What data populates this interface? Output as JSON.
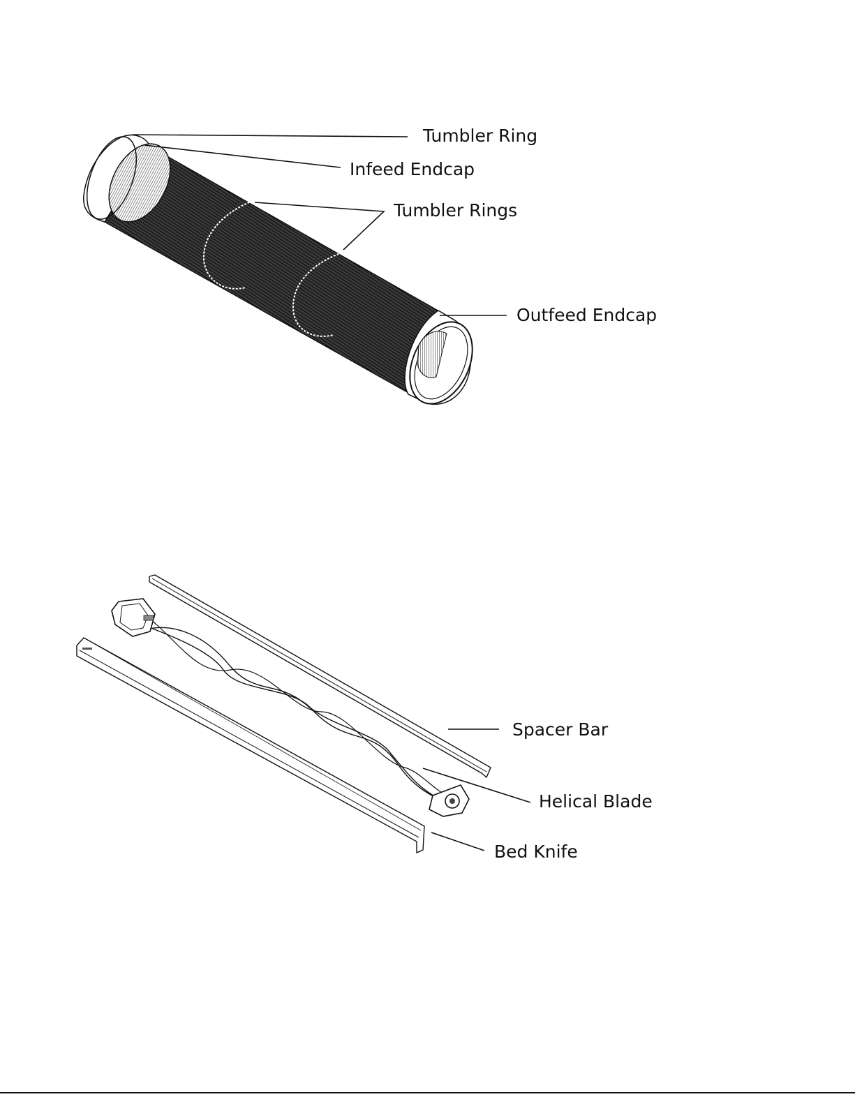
{
  "drum_diagram": {
    "labels": {
      "tumbler_ring": "Tumbler Ring",
      "infeed_endcap": "Infeed Endcap",
      "tumbler_rings": "Tumbler Rings",
      "outfeed_endcap": "Outfeed Endcap"
    }
  },
  "cutter_diagram": {
    "labels": {
      "spacer_bar": "Spacer Bar",
      "helical_blade": "Helical Blade",
      "bed_knife": "Bed Knife"
    }
  },
  "colors": {
    "ink": "#111111",
    "mesh": "#2a2a2a",
    "paper": "#ffffff"
  }
}
